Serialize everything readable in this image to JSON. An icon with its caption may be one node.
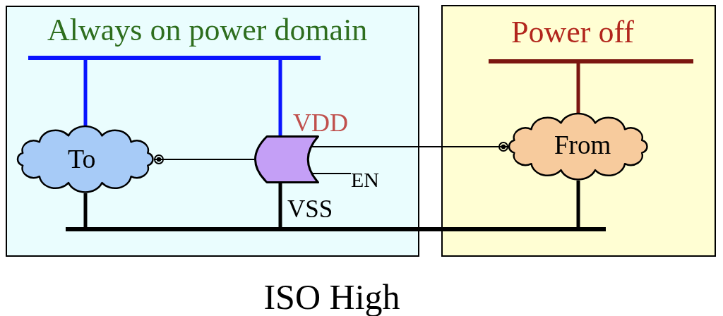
{
  "diagram": {
    "caption": "ISO High",
    "nodes": [
      {
        "text": [
          "Always on power domain"
        ]
      },
      {
        "text": [],
        "shape": "bar",
        "in": 0
      },
      {
        "text": [
          "To"
        ],
        "in": 0
      },
      {
        "text": [],
        "shape": "gate",
        "in": 0
      },
      {
        "text": [
          "EN"
        ],
        "in": 0
      },
      {
        "text": [
          "Power off"
        ]
      },
      {
        "text": [],
        "shape": "bar",
        "in": 5
      },
      {
        "text": [
          "From"
        ],
        "in": 5
      },
      {
        "text": [],
        "shape": "bar"
      }
    ],
    "edges": [
      {
        "from": 1,
        "to": 2,
        "arrow": "none",
        "color": "#0a14ff"
      },
      {
        "from": 1,
        "to": 3,
        "arrow": "none",
        "color": "#0a14ff"
      },
      {
        "from": 3,
        "to": 2,
        "arrow": "other"
      },
      {
        "from": 3,
        "to": 7,
        "arrow": "other"
      },
      {
        "from": 4,
        "to": 3,
        "arrow": "none"
      },
      {
        "from": 6,
        "to": 7,
        "arrow": "none",
        "color": "#7b1610"
      },
      {
        "from": 2,
        "to": 8,
        "arrow": "none"
      },
      {
        "from": 3,
        "to": 8,
        "arrow": "none"
      },
      {
        "from": 7,
        "to": 8,
        "arrow": "none"
      }
    ],
    "labels": [
      "VDD",
      "VSS"
    ]
  }
}
